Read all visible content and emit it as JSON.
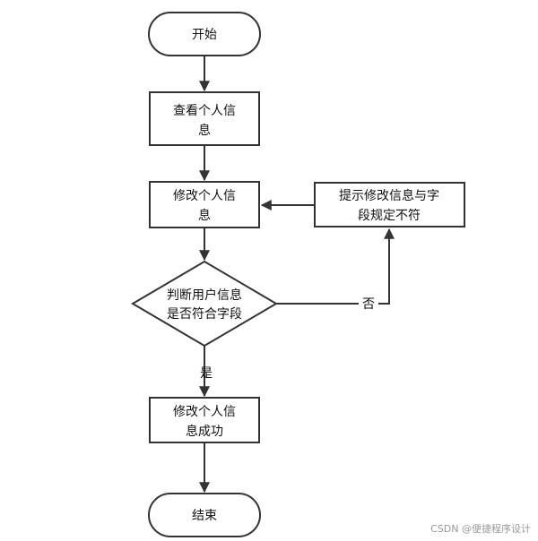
{
  "nodes": {
    "start": {
      "label": "开始"
    },
    "view_info": {
      "line1": "查看个人信",
      "line2": "息"
    },
    "edit_info": {
      "line1": "修改个人信",
      "line2": "息"
    },
    "check": {
      "line1": "判断用户信息",
      "line2": "是否符合字段"
    },
    "prompt": {
      "line1": "提示修改信息与字",
      "line2": "段规定不符"
    },
    "success": {
      "line1": "修改个人信",
      "line2": "息成功"
    },
    "end": {
      "label": "结束"
    }
  },
  "edges": {
    "yes": "是",
    "no": "否"
  },
  "watermark": "CSDN @便捷程序设计"
}
